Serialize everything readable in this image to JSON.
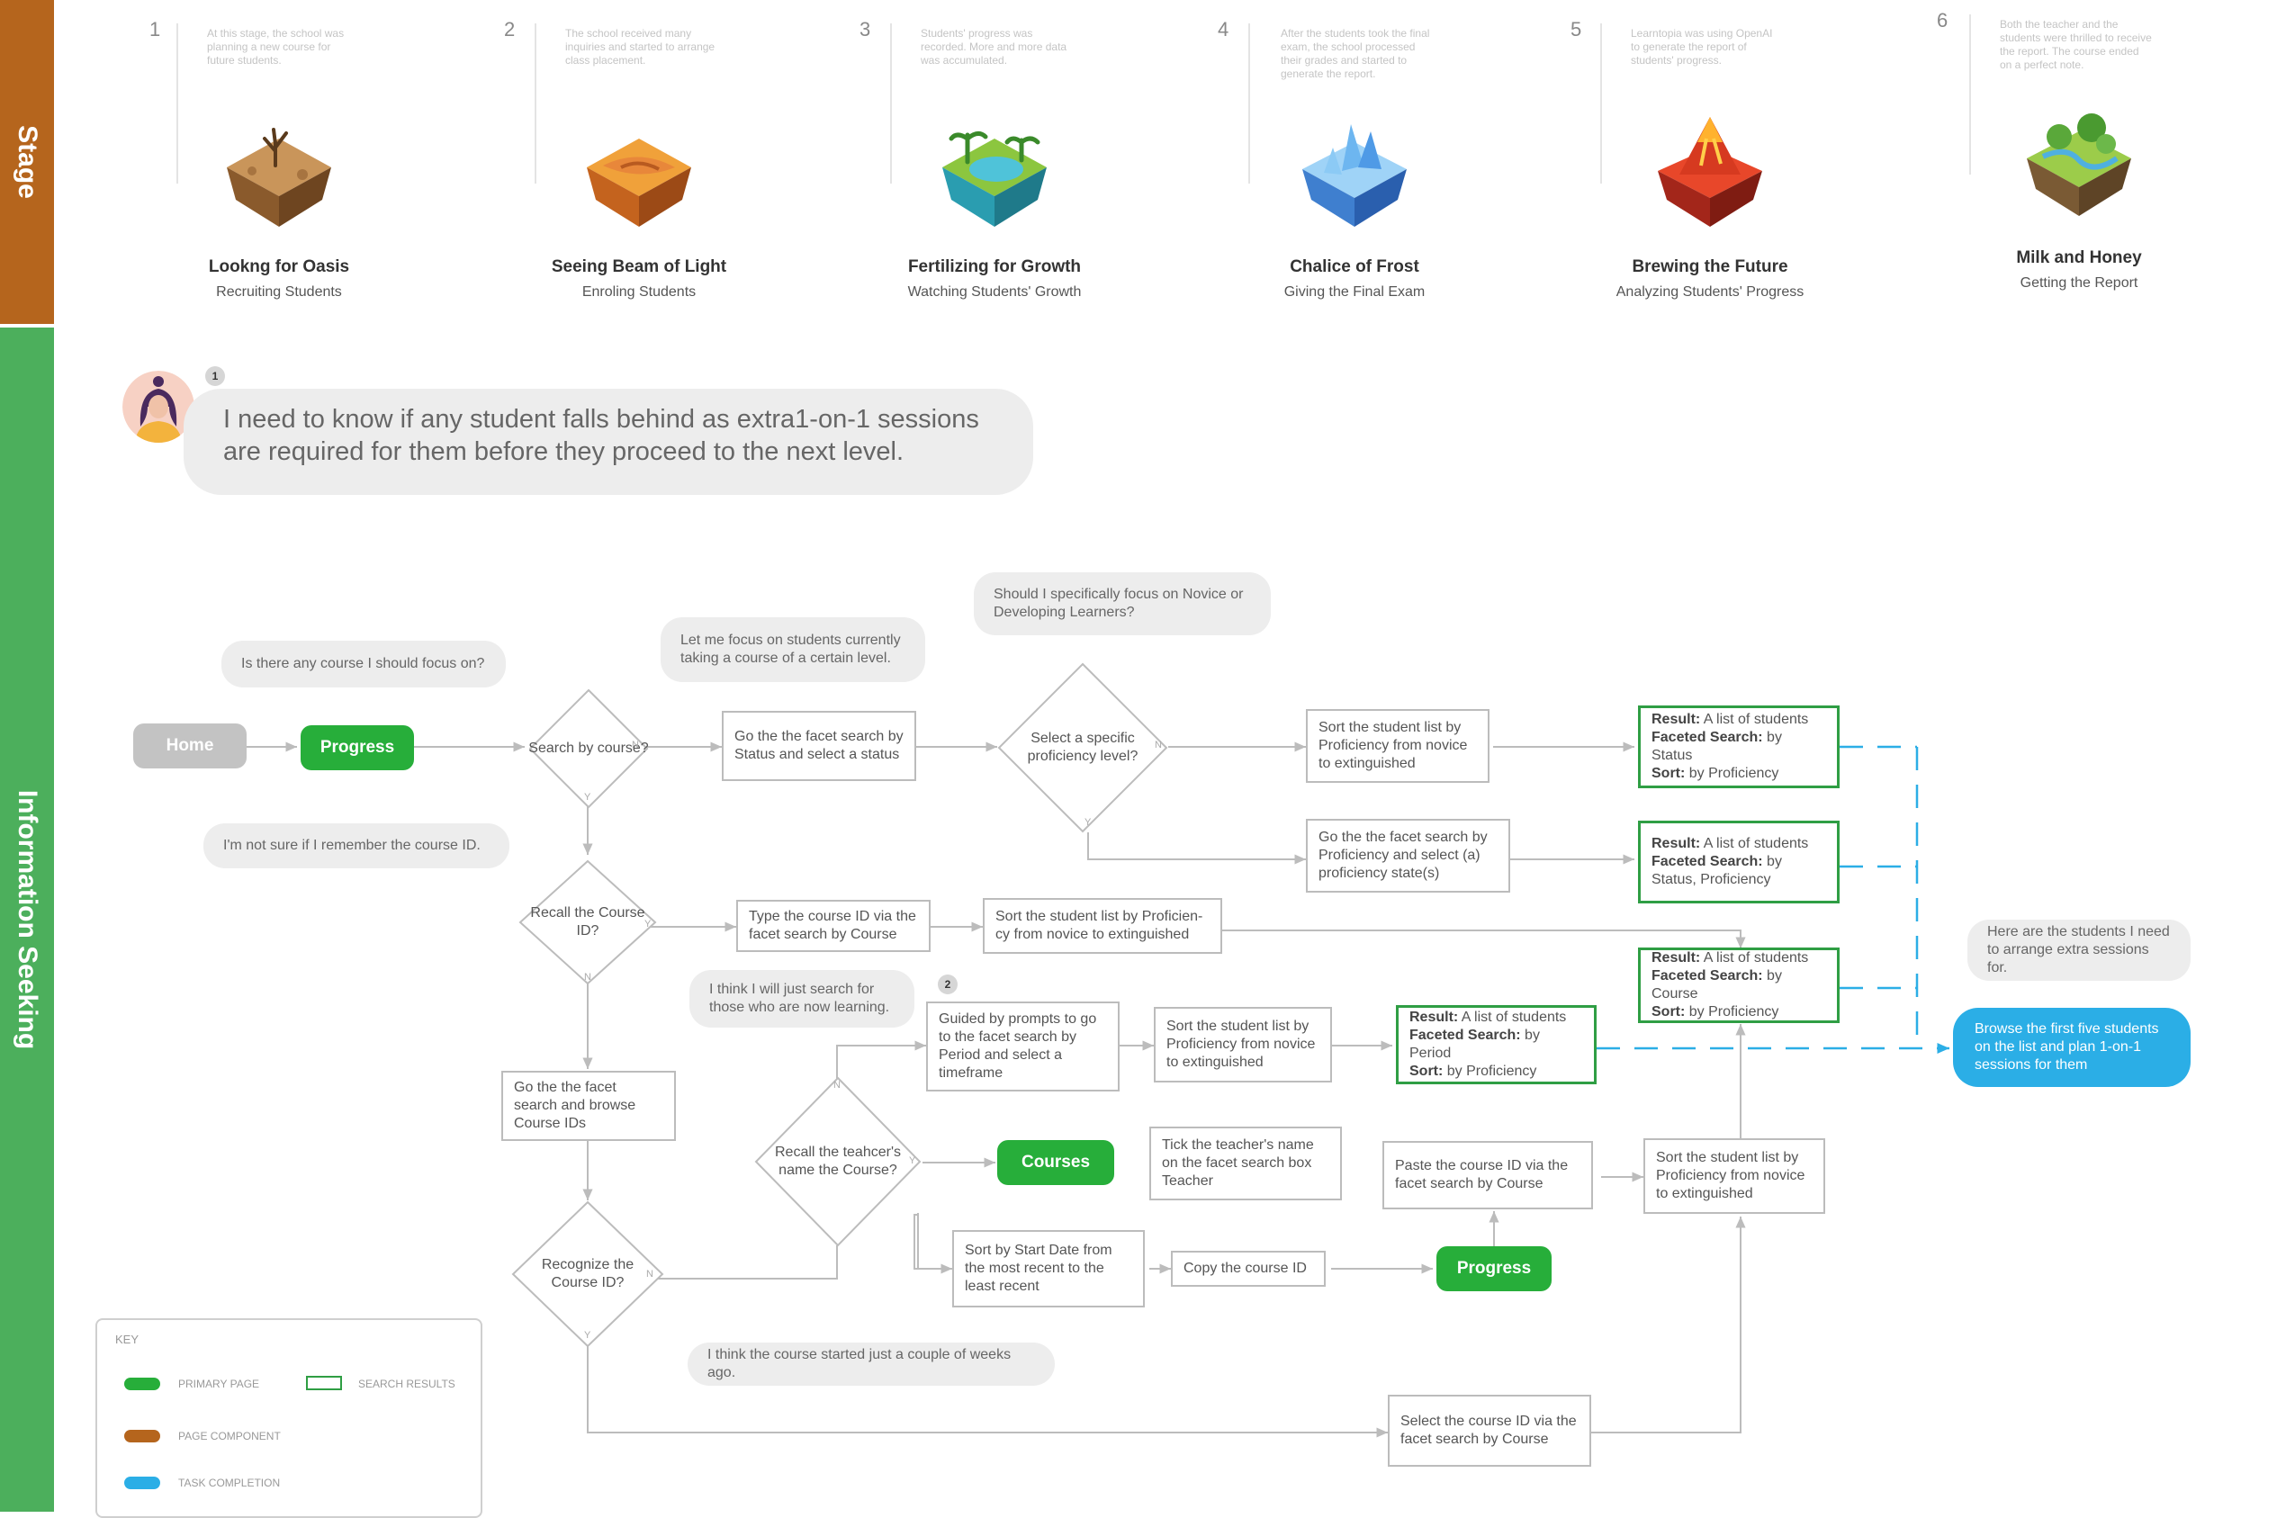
{
  "bands": {
    "stage": "Stage",
    "info": "Information Seeking"
  },
  "stages": [
    {
      "num": "1",
      "note": "At this stage, the school was planning a new course for future students.",
      "title": "Lookng for Oasis",
      "subtitle": "Recruiting Students"
    },
    {
      "num": "2",
      "note": "The school received many inquiries and started to arrange class placement.",
      "title": "Seeing Beam of Light",
      "subtitle": "Enroling Students"
    },
    {
      "num": "3",
      "note": "Students' progress was recorded. More and more data was accumulated.",
      "title": "Fertilizing for Growth",
      "subtitle": "Watching Students' Growth"
    },
    {
      "num": "4",
      "note": "After the students took the final exam, the school processed their grades and started to generate the report.",
      "title": "Chalice of Frost",
      "subtitle": "Giving the Final Exam"
    },
    {
      "num": "5",
      "note": "Learntopia was using OpenAI to generate the report of students' progress.",
      "title": "Brewing the Future",
      "subtitle": "Analyzing Students' Progress"
    },
    {
      "num": "6",
      "note": "Both the teacher and the students were thrilled to receive the report. The course ended on a perfect note.",
      "title": "Milk and Honey",
      "subtitle": "Getting the Report"
    }
  ],
  "persona": {
    "badge": "1",
    "quote": "I need to know if any student falls behind as extra1-on-1 sessions are required for them before they proceed to the next level."
  },
  "bubbles": {
    "focus_course": "Is there any course I should focus on?",
    "focus_level": "Let me focus on students currently taking a course of a certain level.",
    "novice": "Should I specifically focus on Novice or Developing Learners?",
    "not_sure_id": "I'm not sure if I remember the course ID.",
    "still_learning": "I think I will just search for those who are now learning.",
    "couple_weeks": "I think the course started just a couple of weeks ago.",
    "here_students": "Here are the students I need to arrange extra sessions for.",
    "badge2": "2"
  },
  "pages": {
    "home": "Home",
    "progress": "Progress",
    "courses": "Courses",
    "progress2": "Progress"
  },
  "decisions": {
    "search_course": "Search by course?",
    "proficiency_level": "Select a specific proficiency level?",
    "recall_id": "Recall the Course ID?",
    "recall_teacher": "Recall the teahcer's name the Course?",
    "recognize_id": "Recognize the Course ID?"
  },
  "flags": {
    "y": "Y",
    "n": "N"
  },
  "steps": {
    "facet_status": "Go the the facet search by Status and select a status",
    "sort_1": "Sort the student list by Proficiency from novice to extinguished",
    "facet_proficiency": "Go the the facet search by Proficiency and select (a) proficiency state(s)",
    "type_id": "Type the course ID via the facet search by Course",
    "sort_2": "Sort the student list by Proficien- cy from novice to extinguished",
    "guided_prompts": "Guided by prompts to go to the facet search by Period and select a timeframe",
    "sort_3": "Sort the student list by Proficiency from novice to extinguished",
    "browse_ids": "Go the the facet search and browse Course IDs",
    "tick_teacher": "Tick the teacher's name on the facet search box Teacher",
    "paste_id": "Paste the course ID via the facet search by Course",
    "sort_4": "Sort the student list by Proficiency from novice to extinguished",
    "sort_start_date": "Sort by Start Date from the most recent to the least recent",
    "copy_id": "Copy the course ID",
    "select_id": "Select the course ID via the facet search by Course"
  },
  "results": [
    {
      "result_label": "Result:",
      "result_text": " A list of students",
      "search_label": "Faceted Search:",
      "search_text": " by Status",
      "sort_label": "Sort:",
      "sort_text": " by Proficiency"
    },
    {
      "result_label": "Result:",
      "result_text": " A list of students",
      "search_label": "Faceted Search:",
      "search_text": " by Status, Proficiency"
    },
    {
      "result_label": "Result:",
      "result_text": " A list of students",
      "search_label": "Faceted Search:",
      "search_text": " by Course",
      "sort_label": "Sort:",
      "sort_text": " by Proficiency"
    },
    {
      "result_label": "Result:",
      "result_text": " A list of students",
      "search_label": "Faceted Search:",
      "search_text": " by Period",
      "sort_label": "Sort:",
      "sort_text": " by Proficiency"
    }
  ],
  "task": "Browse the first five students on the list and plan 1-on-1 sessions for them",
  "key": {
    "title": "KEY",
    "primary_page": "PRIMARY PAGE",
    "search_results": "SEARCH RESULTS",
    "page_component": "PAGE COMPONENT",
    "task_completion": "TASK COMPLETION"
  },
  "colors": {
    "stage_band": "#b5651d",
    "info_band": "#4caf5c",
    "primary_page": "#27ae3a",
    "page_component": "#b5651d",
    "task_completion": "#2baee6",
    "search_result_border": "#2f9e44",
    "connector": "#bcbcbc",
    "task_line": "#2baee6"
  }
}
